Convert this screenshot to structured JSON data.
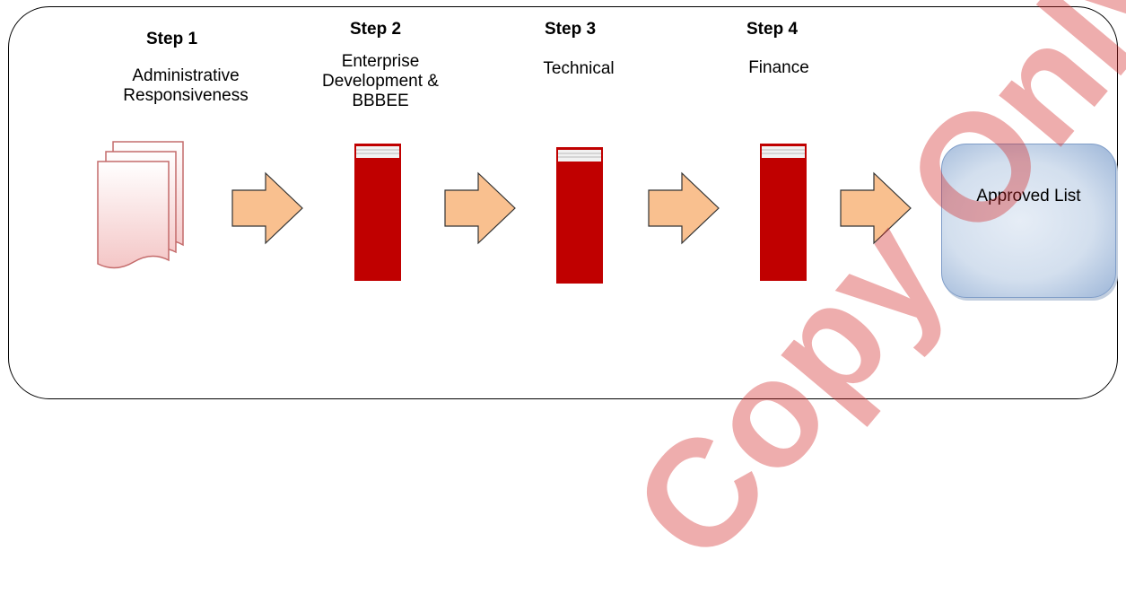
{
  "steps": [
    {
      "title": "Step 1",
      "description": "Administrative Responsiveness"
    },
    {
      "title": "Step 2",
      "description": "Enterprise Development & BBBEE"
    },
    {
      "title": "Step 3",
      "description": "Technical"
    },
    {
      "title": "Step 4",
      "description": "Finance"
    }
  ],
  "final": {
    "label": "Approved List"
  },
  "watermark": {
    "text": "Copy Only"
  },
  "colors": {
    "step_column": "#c00000",
    "arrow_fill": "#f9c08f",
    "document_fill": "#f7d4d4",
    "approved_box": "#d3dfee",
    "watermark": "#d22828"
  }
}
